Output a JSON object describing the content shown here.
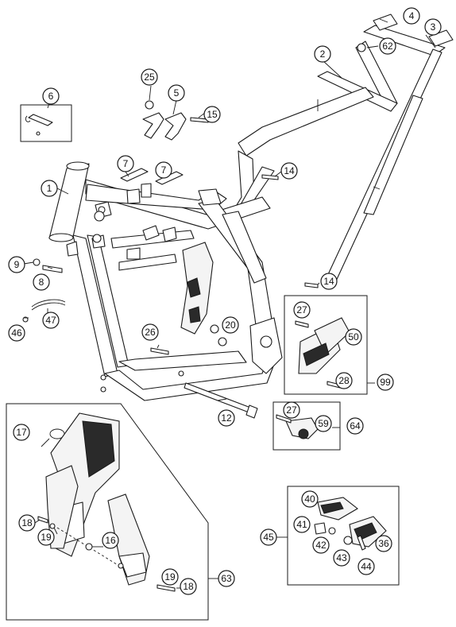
{
  "callouts": {
    "c1": "1",
    "c2": "2",
    "c3": "3",
    "c4": "4",
    "c5": "5",
    "c6": "6",
    "c7a": "7",
    "c7b": "7",
    "c8": "8",
    "c9": "9",
    "c12": "12",
    "c14a": "14",
    "c14b": "14",
    "c15": "15",
    "c16": "16",
    "c17": "17",
    "c18a": "18",
    "c18b": "18",
    "c19a": "19",
    "c19b": "19",
    "c20": "20",
    "c25": "25",
    "c26": "26",
    "c27a": "27",
    "c27b": "27",
    "c28": "28",
    "c36": "36",
    "c40": "40",
    "c41": "41",
    "c42": "42",
    "c43": "43",
    "c44": "44",
    "c45": "45",
    "c46": "46",
    "c47": "47",
    "c50": "50",
    "c59": "59",
    "c62": "62",
    "c63": "63",
    "c64": "64",
    "c99": "99"
  }
}
